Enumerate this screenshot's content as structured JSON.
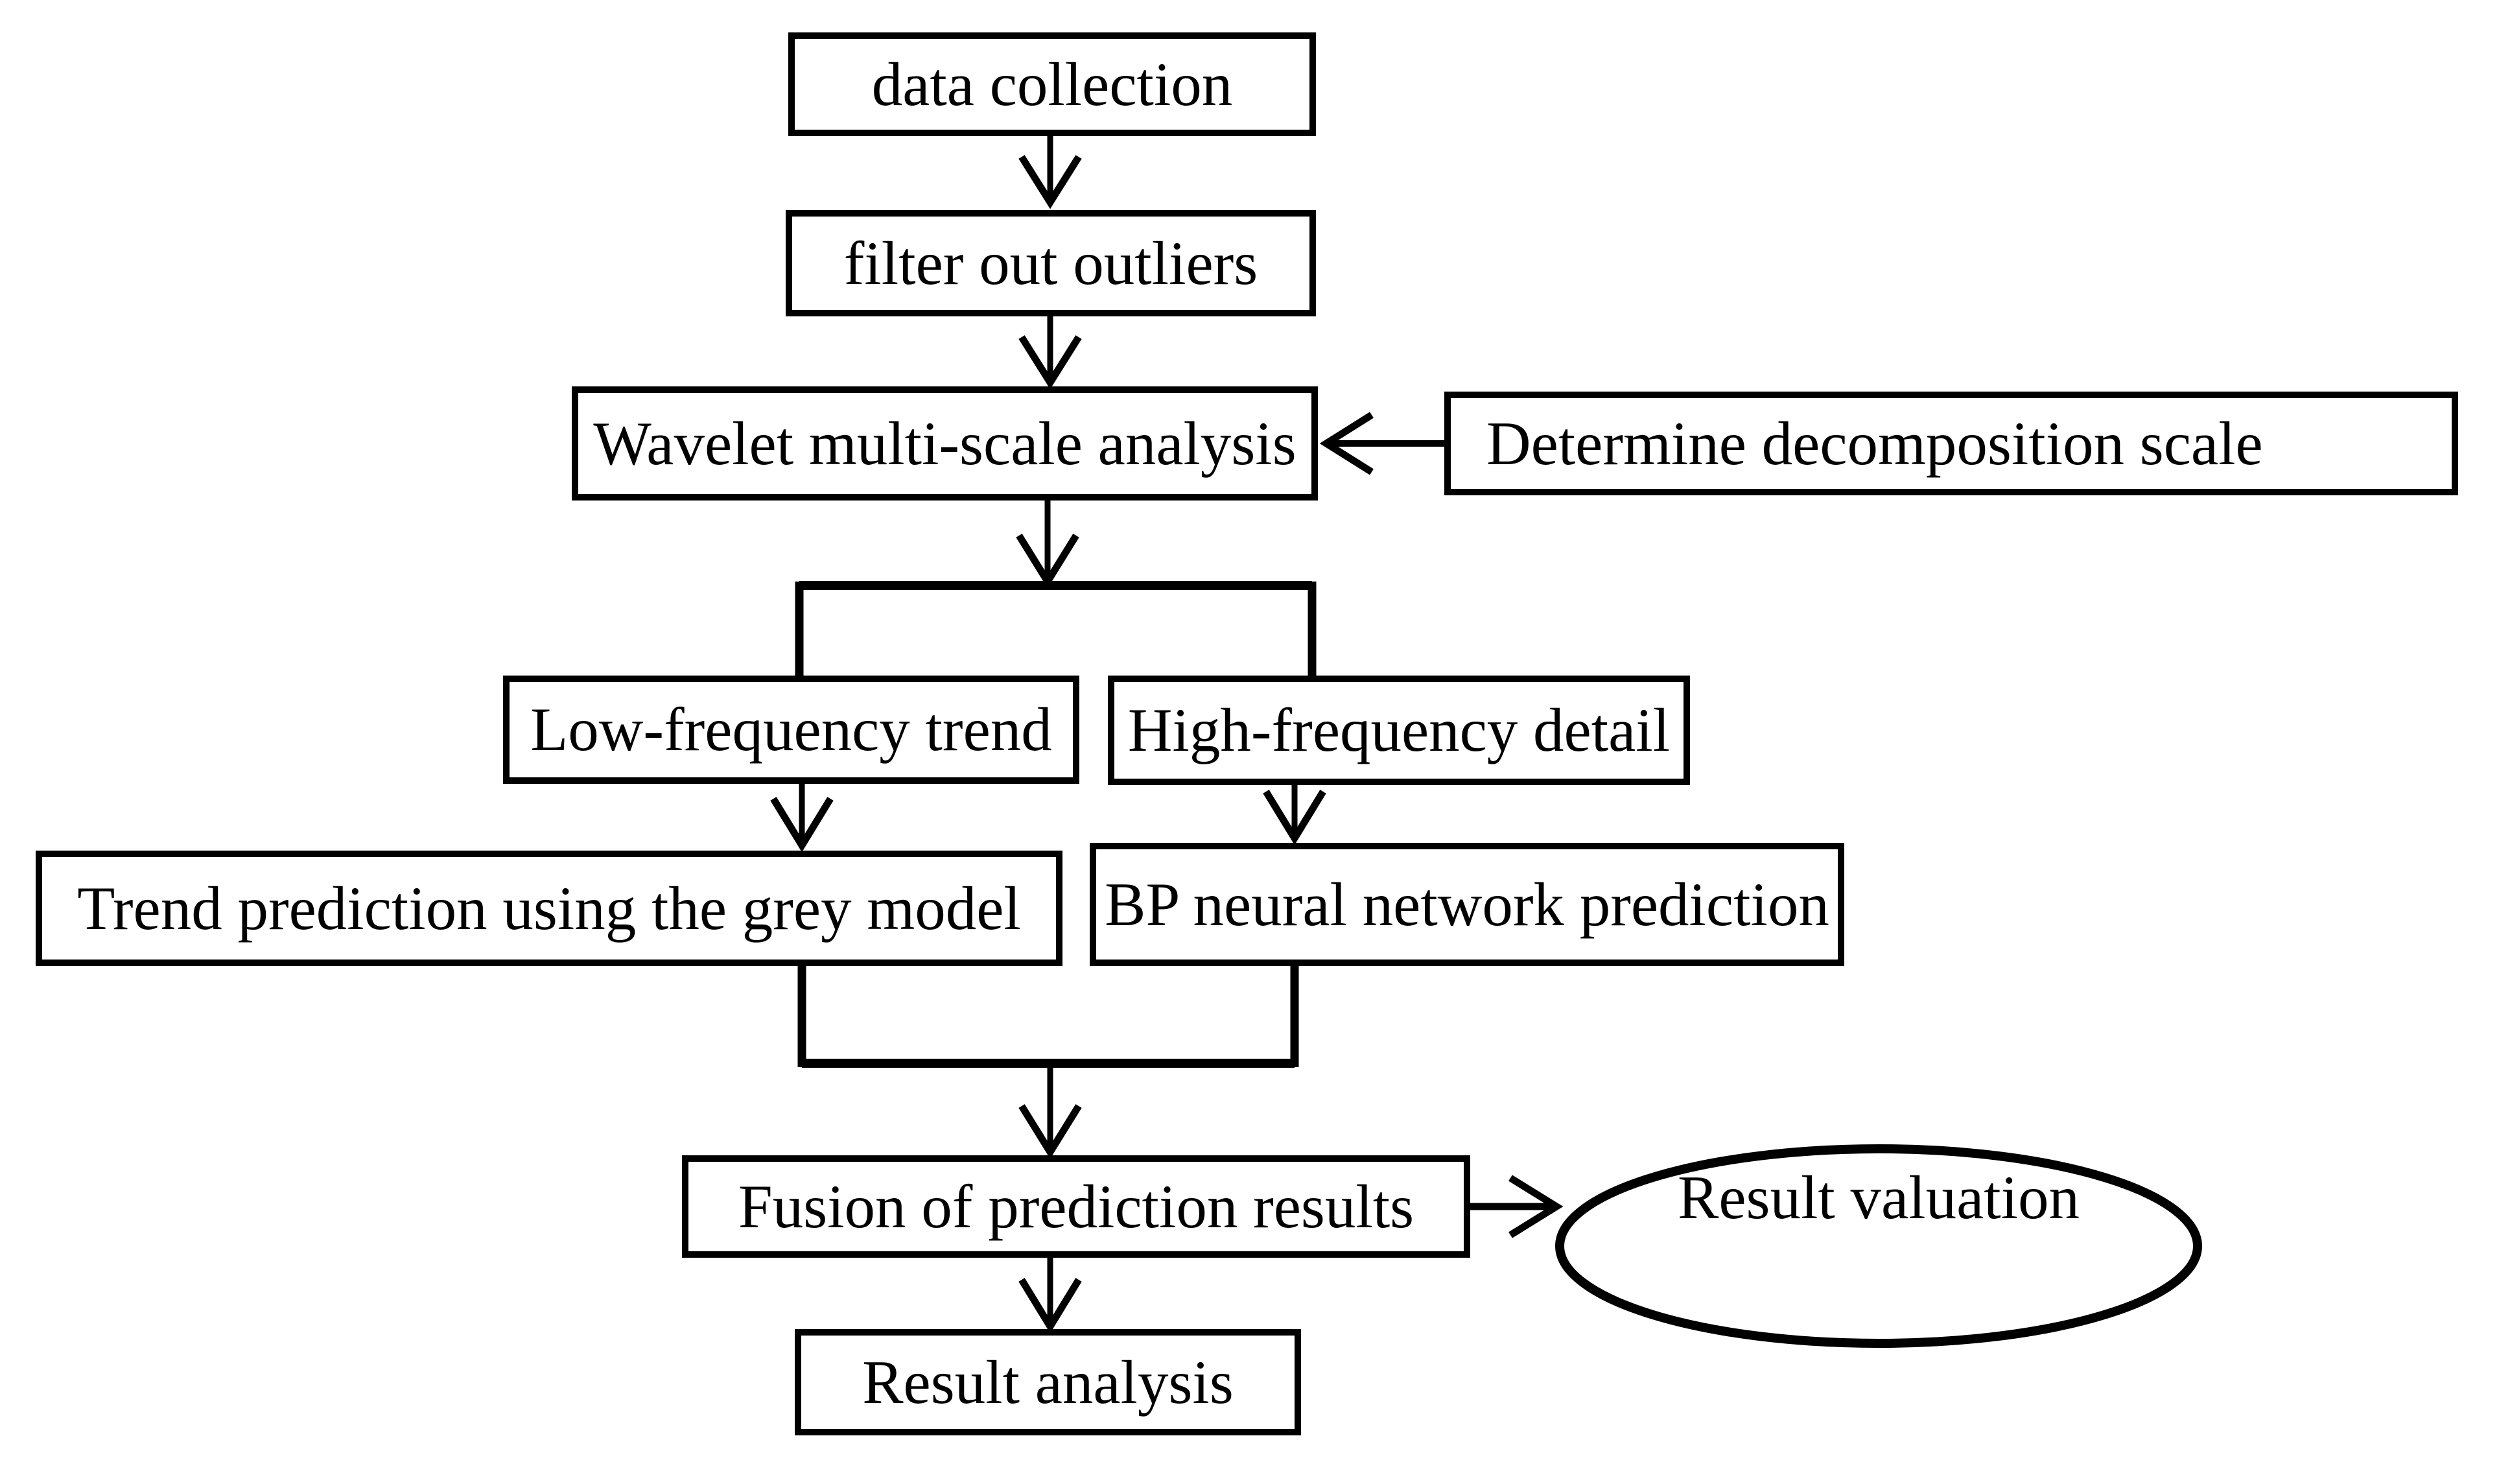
{
  "figure": {
    "background": "#ffffff",
    "line_color": "#000000",
    "nodes": {
      "data_collection": {
        "label": "data collection",
        "shape": "rectangle"
      },
      "filter_outliers": {
        "label": "filter out outliers",
        "shape": "rectangle"
      },
      "wavelet_analysis": {
        "label": "Wavelet multi-scale analysis",
        "shape": "rectangle"
      },
      "determine_scale": {
        "label": "Determine decomposition scale",
        "shape": "rectangle"
      },
      "low_frequency": {
        "label": "Low-frequency trend",
        "shape": "rectangle"
      },
      "high_frequency": {
        "label": "High-frequency detail",
        "shape": "rectangle"
      },
      "trend_prediction": {
        "label": "Trend prediction using the grey model",
        "shape": "rectangle"
      },
      "bp_prediction": {
        "label": "BP neural network prediction",
        "shape": "rectangle"
      },
      "fusion": {
        "label": "Fusion of prediction results",
        "shape": "rectangle"
      },
      "result_valuation": {
        "label": "Result valuation",
        "shape": "ellipse"
      },
      "result_analysis": {
        "label": "Result analysis",
        "shape": "rectangle"
      }
    },
    "edges": [
      {
        "from": "data_collection",
        "to": "filter_outliers",
        "arrowhead": true
      },
      {
        "from": "filter_outliers",
        "to": "wavelet_analysis",
        "arrowhead": true
      },
      {
        "from": "determine_scale",
        "to": "wavelet_analysis",
        "arrowhead": true
      },
      {
        "from": "wavelet_analysis",
        "to": "branch_split",
        "arrowhead": true
      },
      {
        "from": "branch_split",
        "to": "low_frequency",
        "arrowhead": false
      },
      {
        "from": "branch_split",
        "to": "high_frequency",
        "arrowhead": false
      },
      {
        "from": "low_frequency",
        "to": "trend_prediction",
        "arrowhead": true
      },
      {
        "from": "high_frequency",
        "to": "bp_prediction",
        "arrowhead": true
      },
      {
        "from": "trend_prediction",
        "to": "branch_merge",
        "arrowhead": false
      },
      {
        "from": "bp_prediction",
        "to": "branch_merge",
        "arrowhead": false
      },
      {
        "from": "branch_merge",
        "to": "fusion",
        "arrowhead": true
      },
      {
        "from": "fusion",
        "to": "result_valuation",
        "arrowhead": true
      },
      {
        "from": "fusion",
        "to": "result_analysis",
        "arrowhead": true
      }
    ]
  }
}
